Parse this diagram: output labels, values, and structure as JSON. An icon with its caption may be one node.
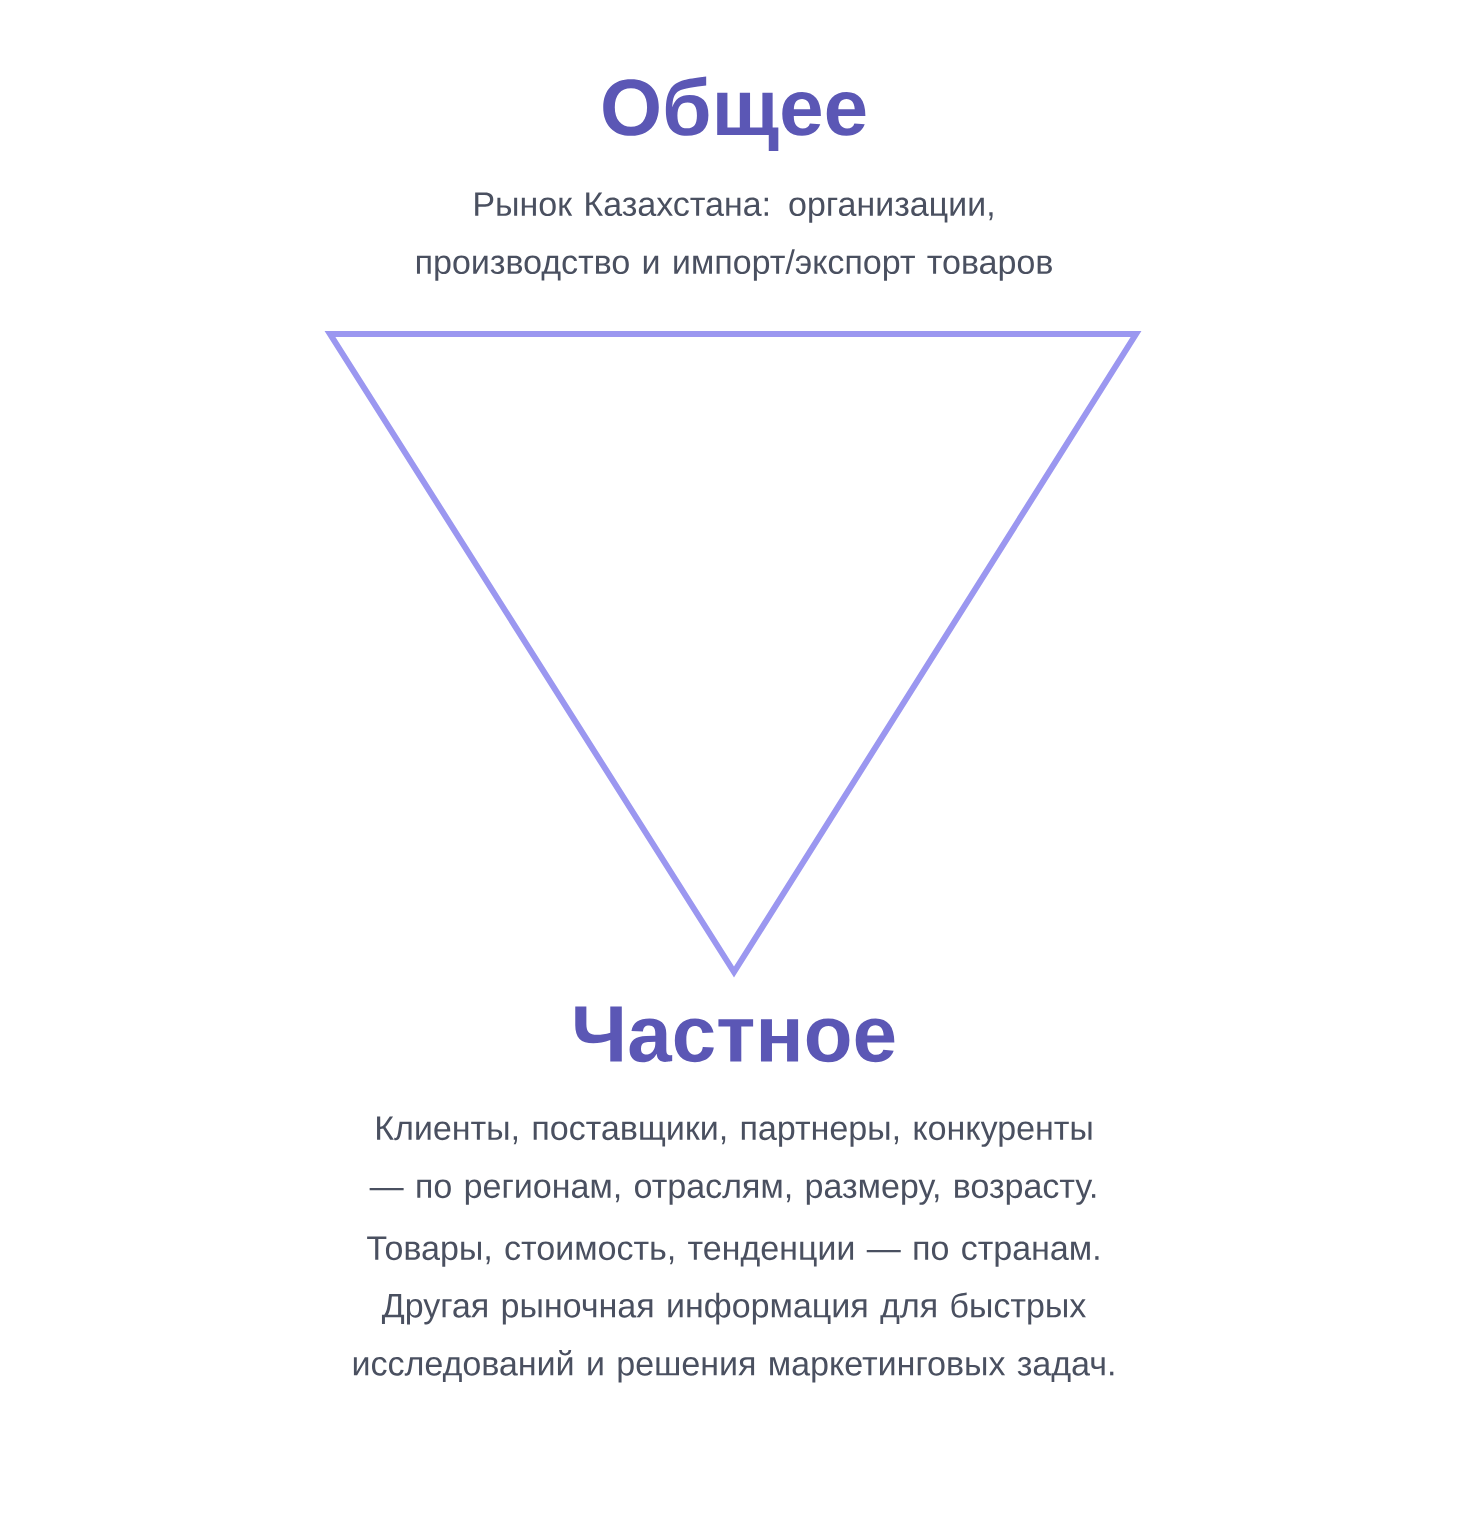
{
  "diagram": {
    "nodes": [
      {
        "text": [],
        "shape": "triangle"
      }
    ],
    "labels": [
      "Общее",
      "Рынок Казахстана: организации, производство и импорт/экспорт товаров",
      "Частное",
      "Клиенты, поставщики, партнеры, конкуренты — по регионам, отраслям, размеру, возрасту.",
      "Товары, стоимость, тенденции — по странам.",
      "Другая рыночная информация для быстрых исследований и решения маркетинговых задач."
    ]
  }
}
